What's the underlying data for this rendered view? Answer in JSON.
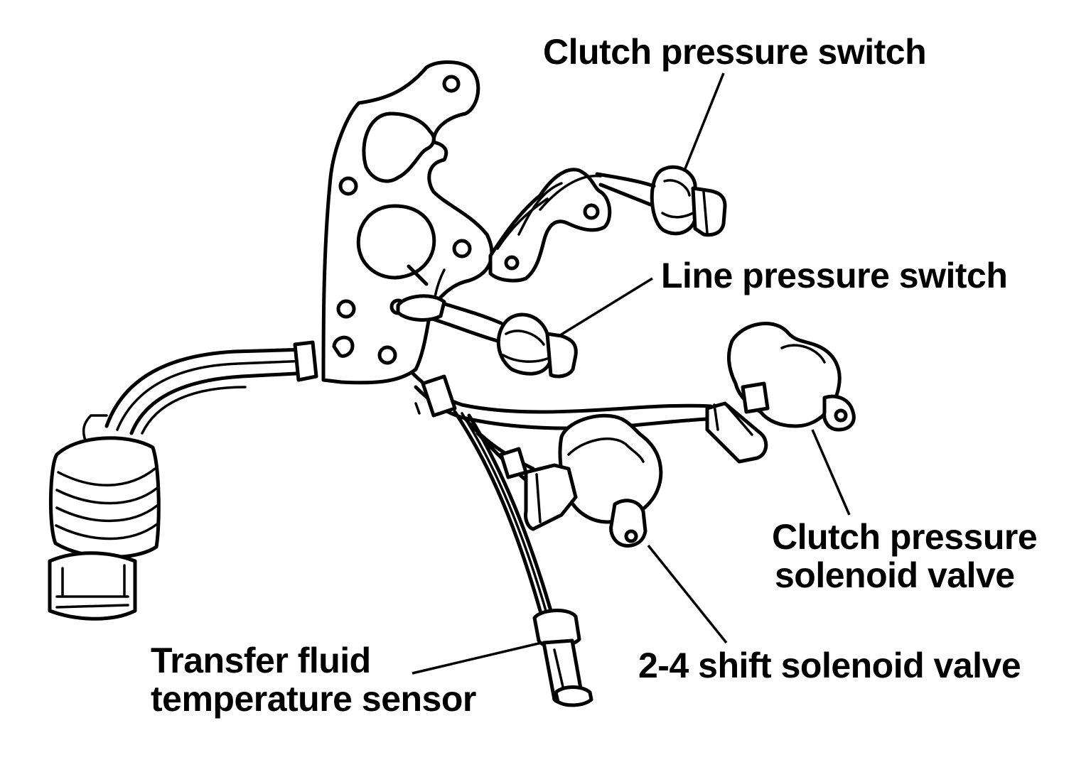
{
  "diagram": {
    "labels": {
      "clutch_pressure_switch": "Clutch pressure switch",
      "line_pressure_switch": "Line pressure switch",
      "clutch_pressure_solenoid_valve": [
        "Clutch pressure",
        "solenoid valve"
      ],
      "shift_solenoid_valve": "2-4 shift solenoid valve",
      "transfer_fluid_temperature_sensor": [
        "Transfer fluid",
        "temperature sensor"
      ]
    },
    "colors": {
      "line": "#000000",
      "background": "#ffffff"
    }
  }
}
